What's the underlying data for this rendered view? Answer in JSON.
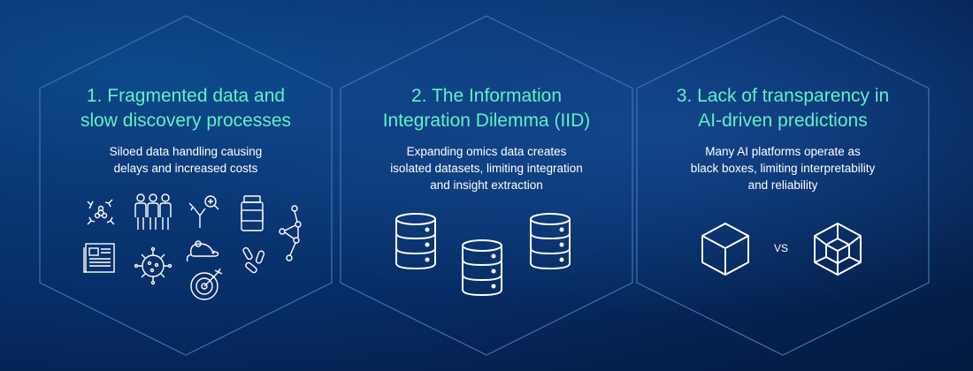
{
  "panels": [
    {
      "title_line1": "1. Fragmented data and",
      "title_line2": "slow discovery processes",
      "desc_line1": "Siloed data handling causing",
      "desc_line2": "delays and increased costs"
    },
    {
      "title_line1": "2. The Information",
      "title_line2": "Integration Dilemma (IID)",
      "desc_line1": "Expanding omics data creates",
      "desc_line2": "isolated datasets, limiting integration",
      "desc_line3": "and insight extraction"
    },
    {
      "title_line1": "3. Lack of transparency in",
      "title_line2": "AI-driven predictions",
      "desc_line1": "Many AI platforms operate as",
      "desc_line2": "black boxes, limiting interpretability",
      "desc_line3": "and reliability",
      "vs_label": "VS"
    }
  ],
  "colors": {
    "title": "#5ef0c8",
    "frame": "#3f74b4",
    "text": "#ffffff",
    "background": "#072d66"
  }
}
